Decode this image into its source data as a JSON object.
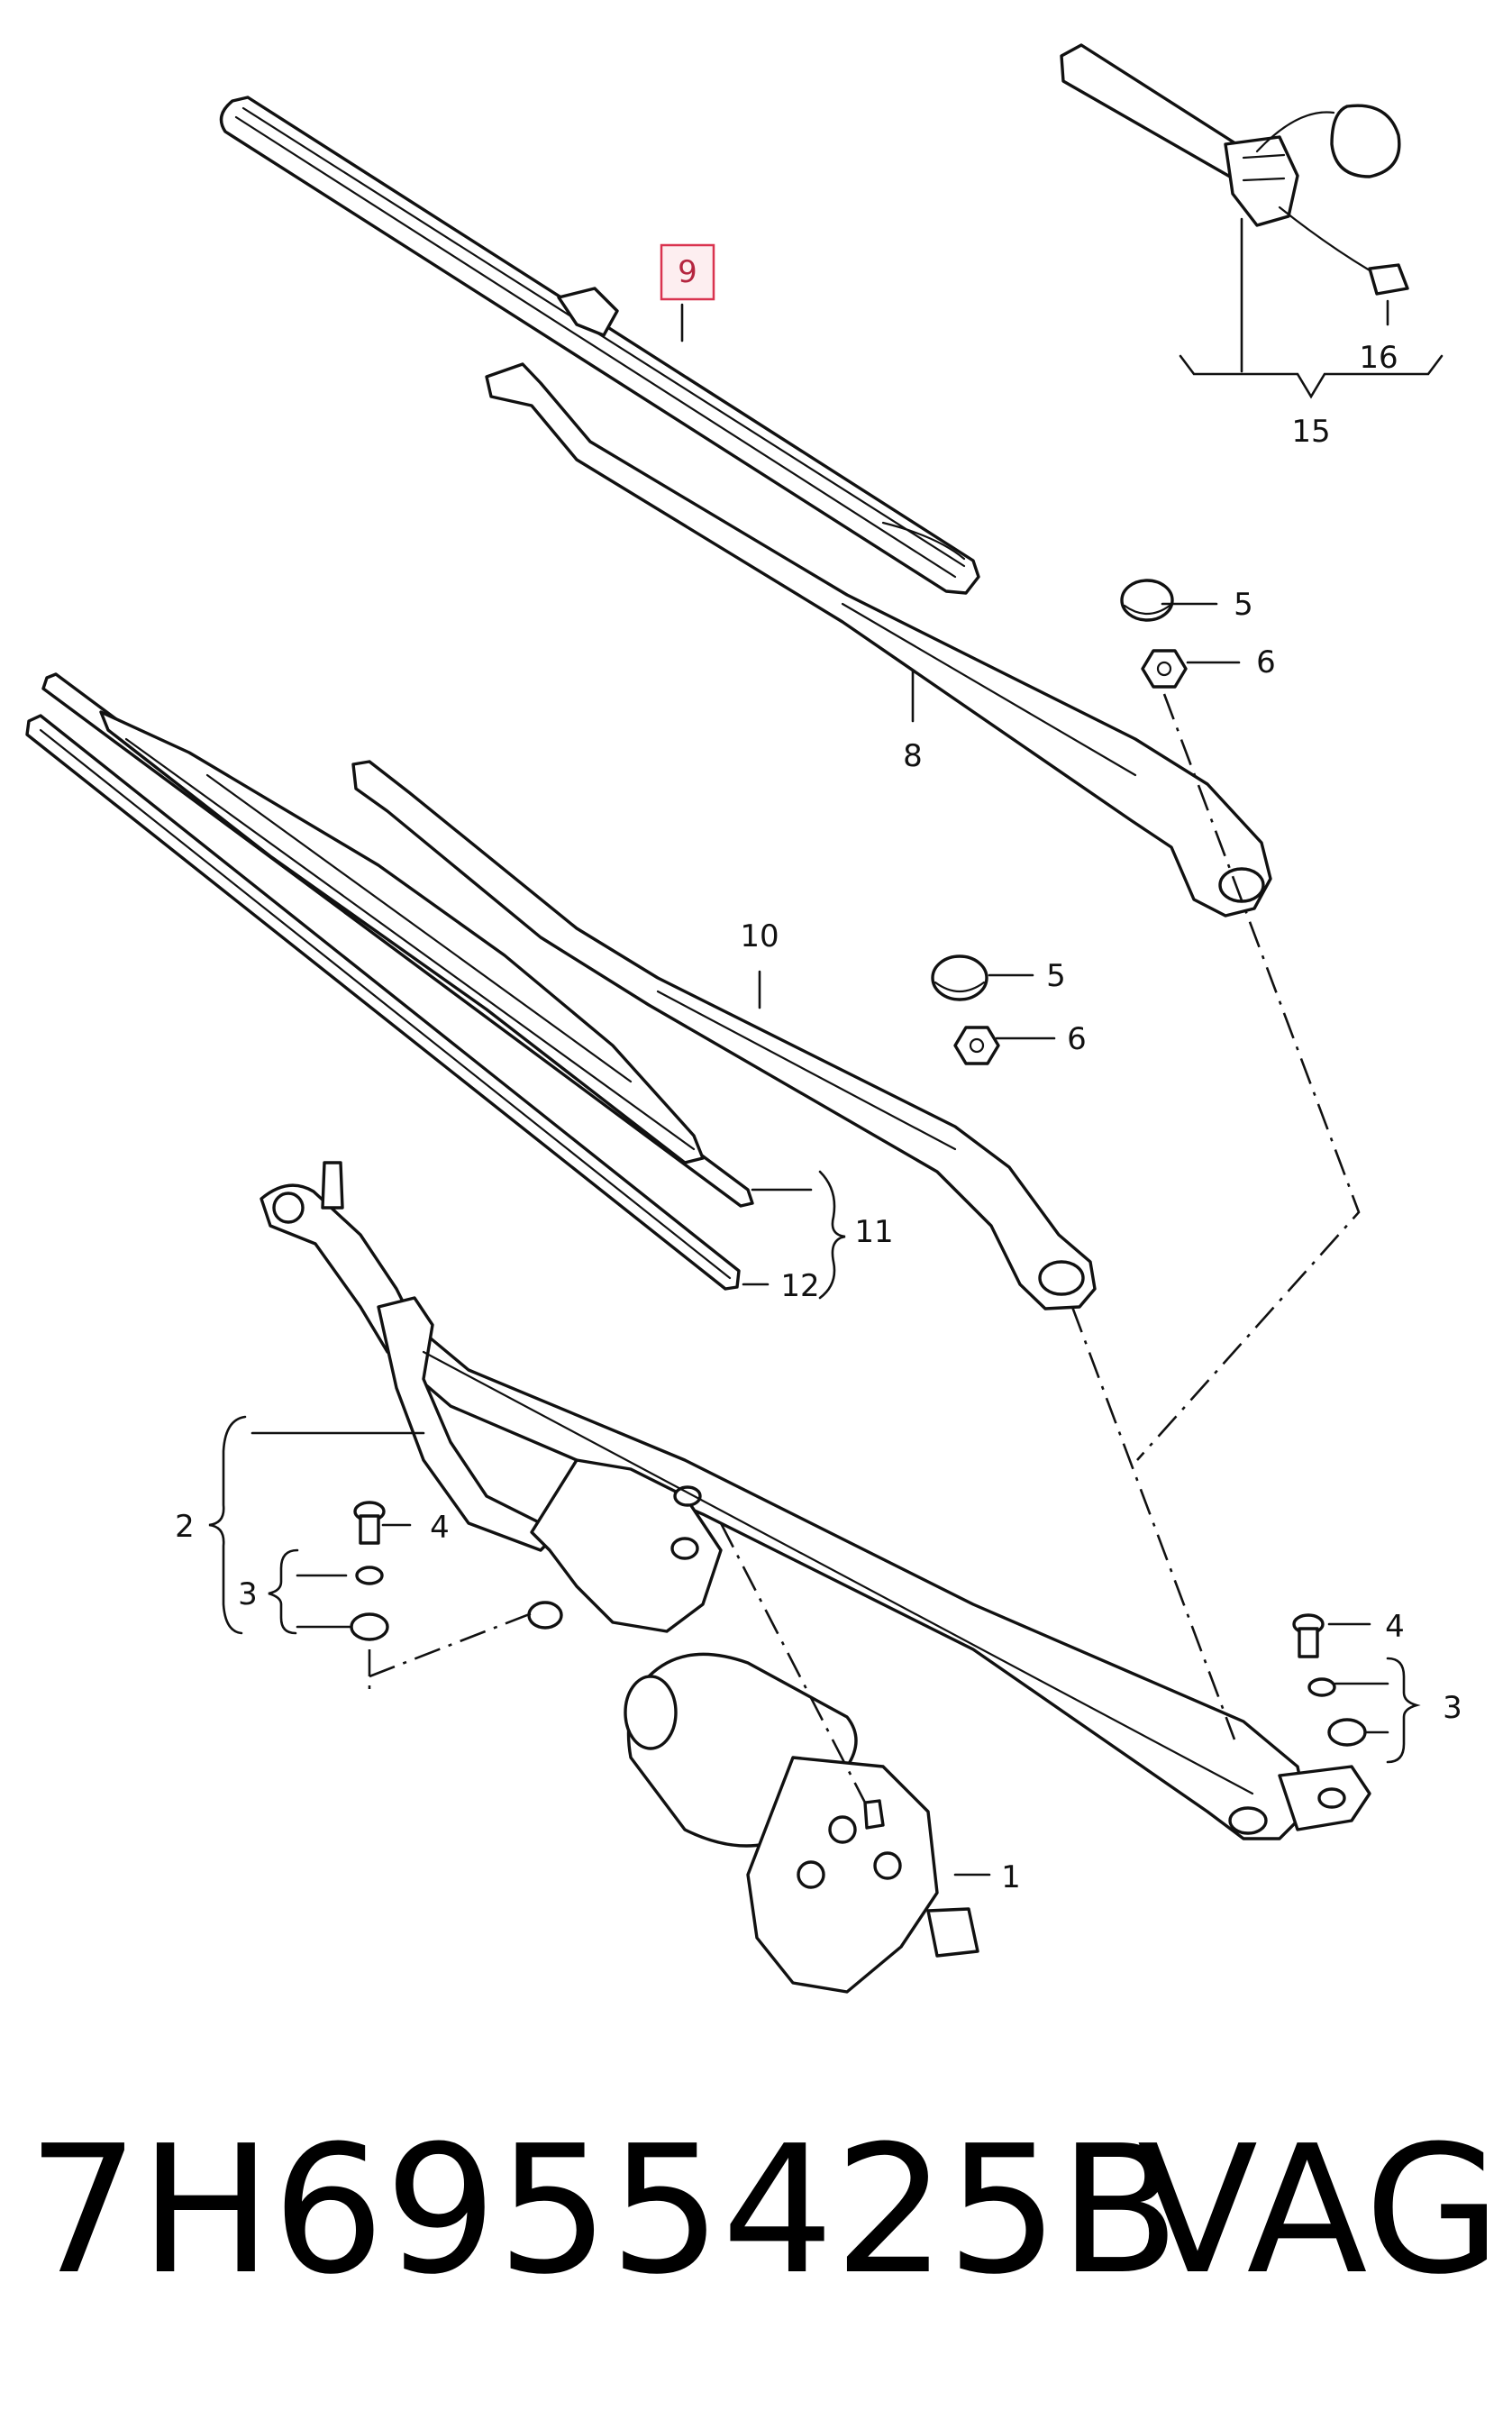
{
  "callouts": {
    "c1": "1",
    "c2": "2",
    "c3a": "3",
    "c3b": "3",
    "c4a": "4",
    "c4b": "4",
    "c5a": "5",
    "c5b": "5",
    "c6a": "6",
    "c6b": "6",
    "c8": "8",
    "c9": "9",
    "c10": "10",
    "c11": "11",
    "c12": "12",
    "c15": "15",
    "c16": "16"
  },
  "highlight": {
    "callout": "9",
    "stroke": "#d9334f",
    "fill": "#fdeef0"
  },
  "footer": {
    "part_number": "7H6955425B",
    "brand": "VAG"
  }
}
